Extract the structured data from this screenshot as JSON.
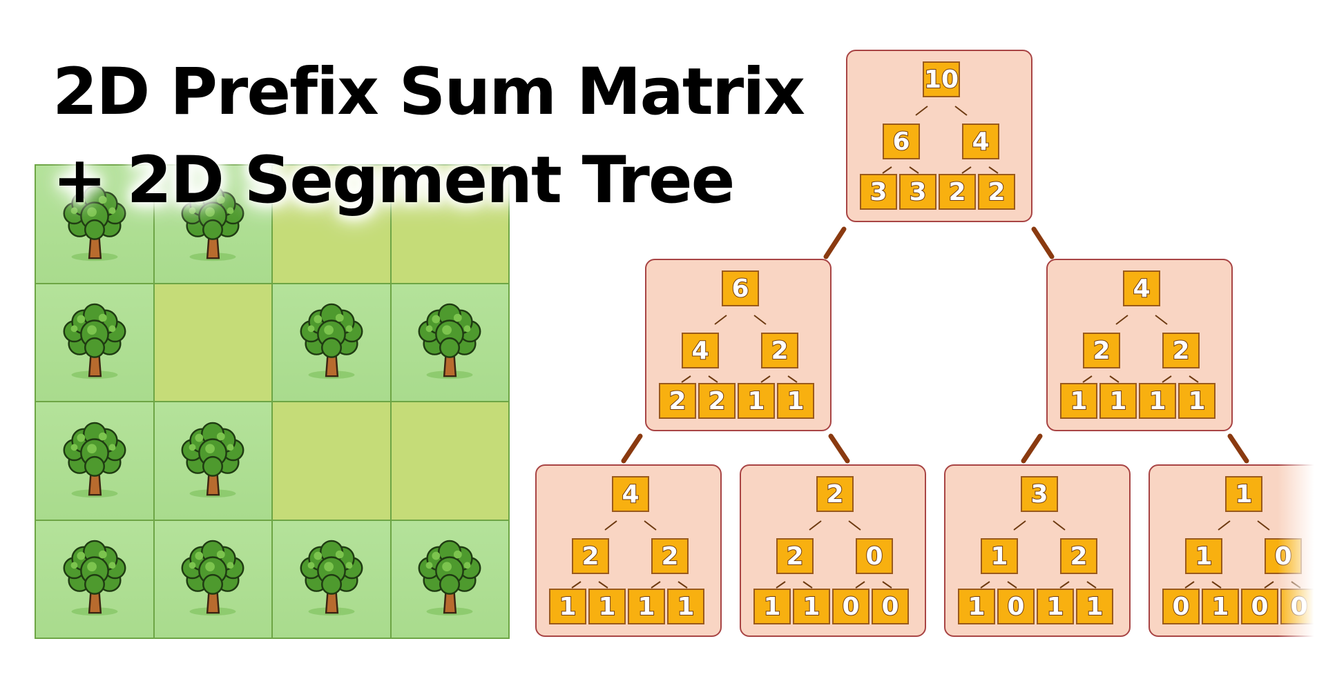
{
  "title": {
    "line1": "2D Prefix Sum Matrix",
    "line2": "+ 2D Segment Tree"
  },
  "grid": {
    "rows": 4,
    "cols": 4,
    "cells": [
      [
        1,
        1,
        0,
        0
      ],
      [
        1,
        0,
        1,
        1
      ],
      [
        1,
        1,
        0,
        0
      ],
      [
        1,
        1,
        1,
        1
      ]
    ],
    "icon": "tree-icon",
    "colors": {
      "grass": "#b4e29a",
      "empty": "#c5dc78",
      "border": "#6da545"
    }
  },
  "segment_tree": {
    "colors": {
      "panel": "#f9d5c3",
      "panel_border": "#a84444",
      "node": "#f8b010",
      "edge": "#8a3a10"
    },
    "panels": [
      {
        "id": "root",
        "values": [
          "10",
          "6",
          "4",
          "3",
          "3",
          "2",
          "2"
        ]
      },
      {
        "id": "left",
        "values": [
          "6",
          "4",
          "2",
          "2",
          "2",
          "1",
          "1"
        ]
      },
      {
        "id": "right",
        "values": [
          "4",
          "2",
          "2",
          "1",
          "1",
          "1",
          "1"
        ]
      },
      {
        "id": "ll",
        "values": [
          "4",
          "2",
          "2",
          "1",
          "1",
          "1",
          "1"
        ]
      },
      {
        "id": "lr",
        "values": [
          "2",
          "2",
          "0",
          "1",
          "1",
          "0",
          "0"
        ]
      },
      {
        "id": "rl",
        "values": [
          "3",
          "1",
          "2",
          "1",
          "0",
          "1",
          "1"
        ]
      },
      {
        "id": "rr",
        "values": [
          "1",
          "1",
          "0",
          "0",
          "1",
          "0",
          "0"
        ]
      }
    ]
  }
}
